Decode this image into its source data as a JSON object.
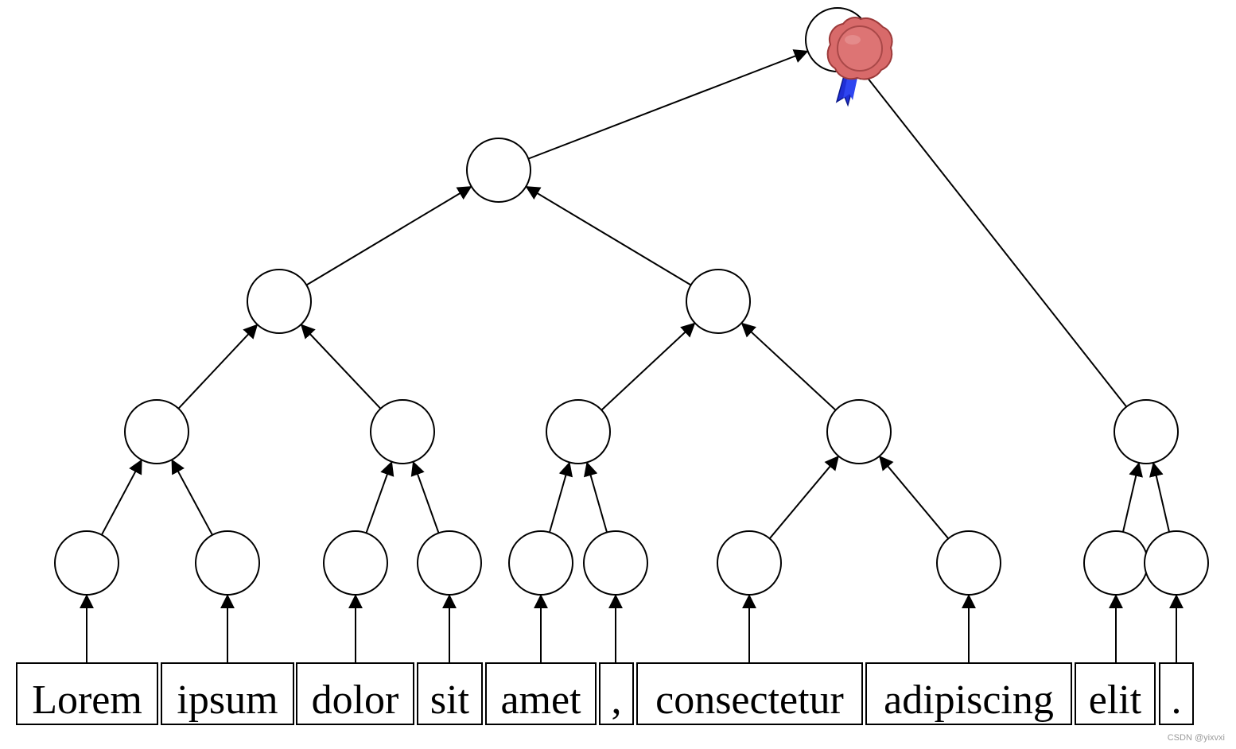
{
  "tokens": [
    "Lorem",
    "ipsum",
    "dolor",
    "sit",
    "amet",
    ",",
    "consectetur",
    "adipiscing",
    "elit",
    "."
  ],
  "watermark": "CSDN @yixvxi",
  "colors": {
    "stroke": "#000000",
    "node_fill": "#ffffff",
    "seal_wax": "#d86a6a",
    "seal_ribbon": "#1f2fd6"
  },
  "icons": {
    "root_badge": "wax-seal-icon"
  }
}
